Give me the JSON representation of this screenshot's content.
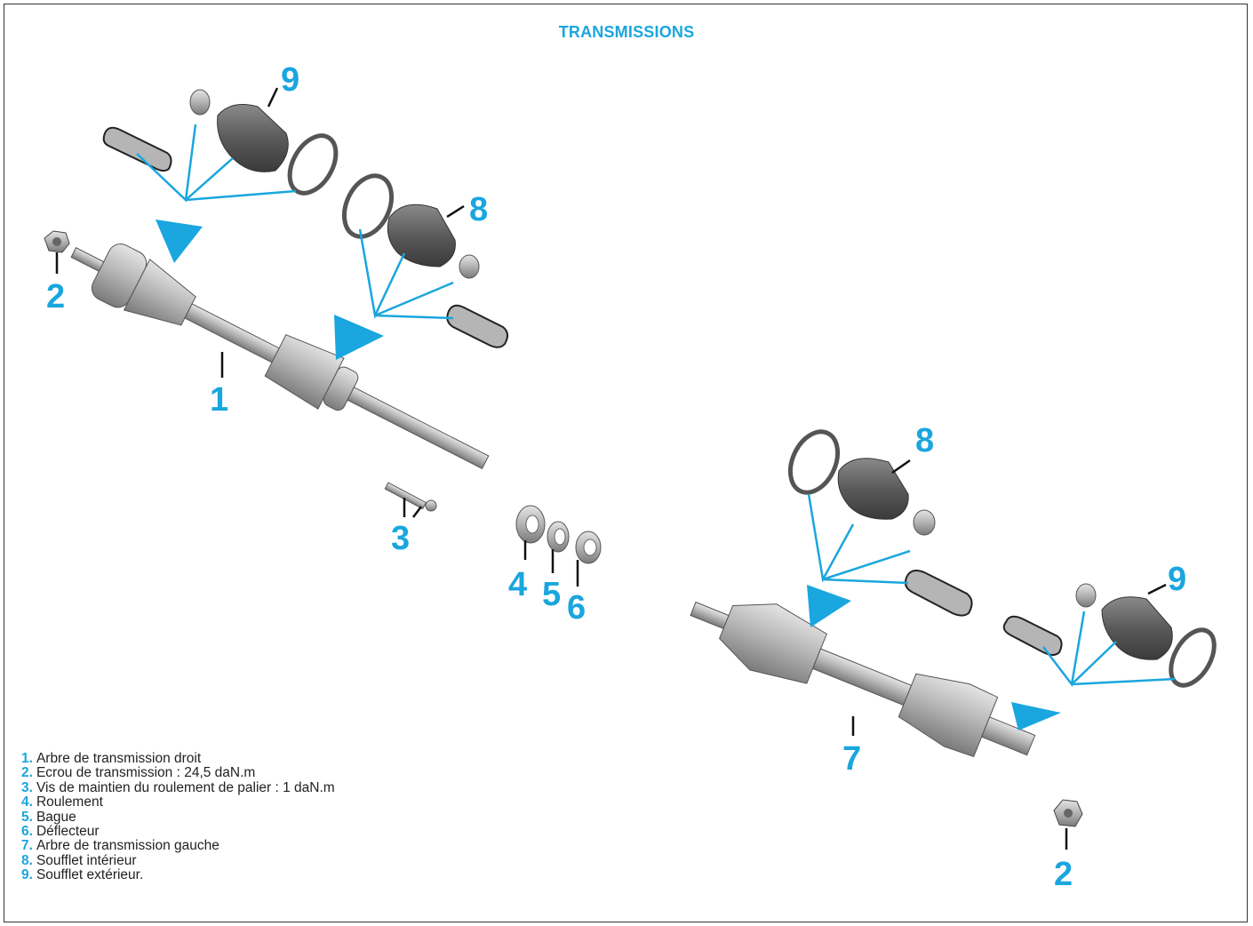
{
  "title": "TRANSMISSIONS",
  "callouts": {
    "c1": "1",
    "c2a": "2",
    "c3": "3",
    "c4": "4",
    "c5": "5",
    "c6": "6",
    "c7": "7",
    "c8a": "8",
    "c9a": "9",
    "c8b": "8",
    "c9b": "9",
    "c2b": "2"
  },
  "legend": [
    {
      "num": "1.",
      "text": "Arbre de transmission droit"
    },
    {
      "num": "2.",
      "text": "Ecrou de transmission : 24,5 daN.m"
    },
    {
      "num": "3.",
      "text": "Vis de maintien du roulement de palier : 1 daN.m"
    },
    {
      "num": "4.",
      "text": "Roulement"
    },
    {
      "num": "5.",
      "text": "Bague"
    },
    {
      "num": "6.",
      "text": "Déflecteur"
    },
    {
      "num": "7.",
      "text": "Arbre de transmission gauche"
    },
    {
      "num": "8.",
      "text": "Soufflet intérieur"
    },
    {
      "num": "9.",
      "text": "Soufflet extérieur."
    }
  ],
  "colors": {
    "accent": "#1aa6de",
    "part": "#a8a8a8",
    "boot": "#5c5c5c"
  }
}
